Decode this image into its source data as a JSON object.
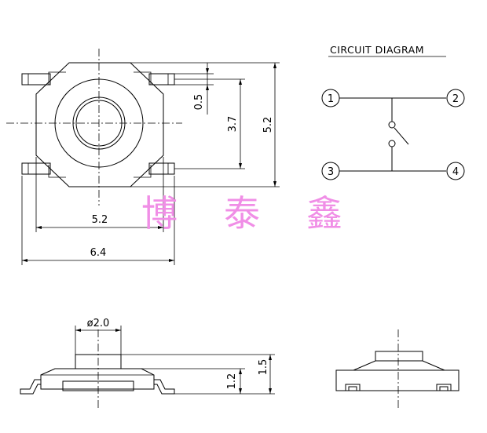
{
  "dimensions": {
    "top_width_inner": "5.2",
    "top_width_outer": "6.4",
    "lead_width": "0.5",
    "lead_pitch": "3.7",
    "body_height": "5.2",
    "button_diameter": "ø2.0",
    "body_thickness": "1.2",
    "total_height": "1.5"
  },
  "circuit": {
    "title": "CIRCUIT DIAGRAM",
    "pins": [
      "1",
      "2",
      "3",
      "4"
    ]
  },
  "watermark": [
    "博",
    "泰",
    "鑫"
  ],
  "colors": {
    "line": "#000000",
    "watermark": "#f08ee6",
    "background": "#ffffff"
  }
}
